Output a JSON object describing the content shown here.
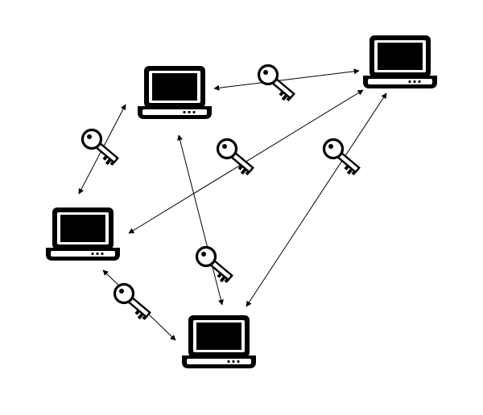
{
  "diagram": {
    "type": "network-mesh",
    "background": "#ffffff",
    "stroke_color": "#000000",
    "nodes": [
      {
        "id": "laptop-top-left",
        "icon": "laptop-icon"
      },
      {
        "id": "laptop-top-right",
        "icon": "laptop-icon"
      },
      {
        "id": "laptop-middle-left",
        "icon": "laptop-icon"
      },
      {
        "id": "laptop-bottom",
        "icon": "laptop-icon"
      }
    ],
    "connections": [
      {
        "from": "laptop-top-left",
        "to": "laptop-top-right",
        "arrows": "both",
        "icon": "key-icon"
      },
      {
        "from": "laptop-top-left",
        "to": "laptop-middle-left",
        "arrows": "both",
        "icon": "key-icon"
      },
      {
        "from": "laptop-top-right",
        "to": "laptop-middle-left",
        "arrows": "both",
        "icon": "key-icon"
      },
      {
        "from": "laptop-top-right",
        "to": "laptop-bottom",
        "arrows": "both",
        "icon": "key-icon"
      },
      {
        "from": "laptop-top-left",
        "to": "laptop-bottom",
        "arrows": "both",
        "icon": "key-icon"
      },
      {
        "from": "laptop-middle-left",
        "to": "laptop-bottom",
        "arrows": "both",
        "icon": "key-icon"
      }
    ]
  }
}
